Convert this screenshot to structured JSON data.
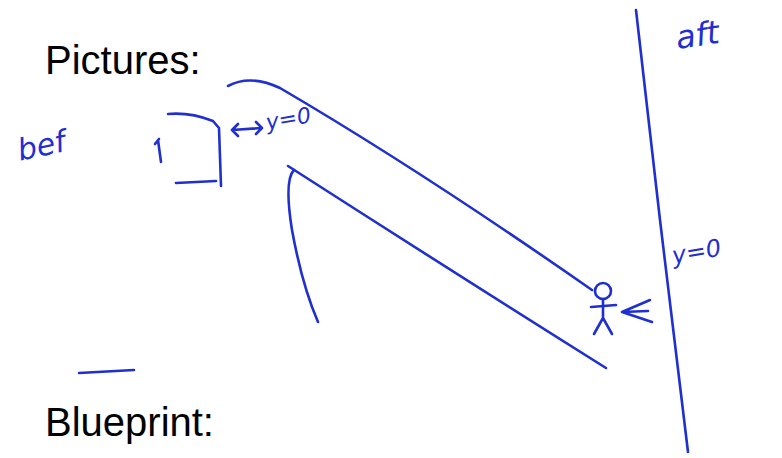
{
  "diagram": {
    "labels": [
      "Pictures:",
      "Blueprint:",
      "bef",
      "aft",
      "y=0",
      "y=0"
    ]
  }
}
